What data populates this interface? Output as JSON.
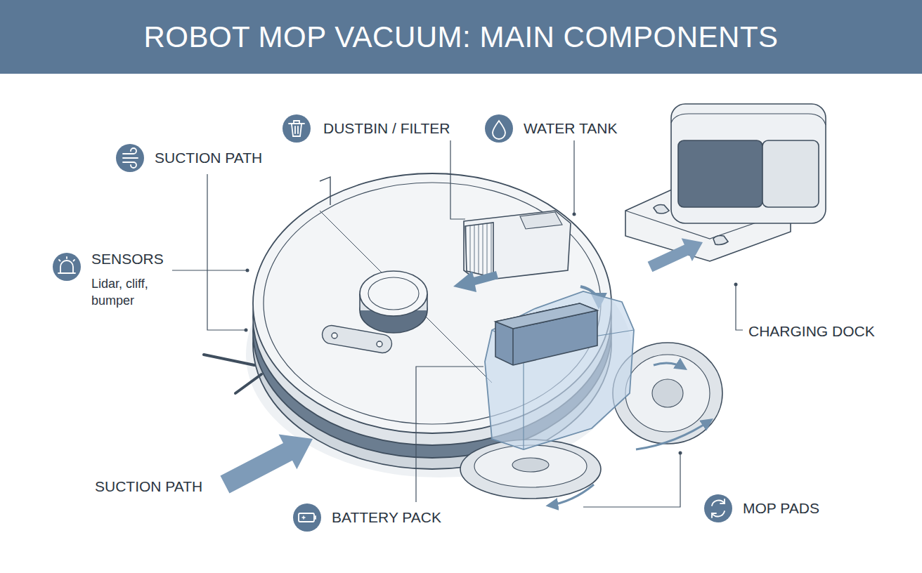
{
  "diagram": {
    "title": "ROBOT MOP VACUUM: MAIN COMPONENTS",
    "labels": [
      "DUSTBIN / FILTER",
      "WATER TANK",
      "SUCTION PATH",
      "SENSORS",
      "Lidar, cliff, bumper",
      "CHARGING DOCK",
      "SUCTION PATH",
      "BATTERY PACK",
      "MOP PADS"
    ]
  }
}
